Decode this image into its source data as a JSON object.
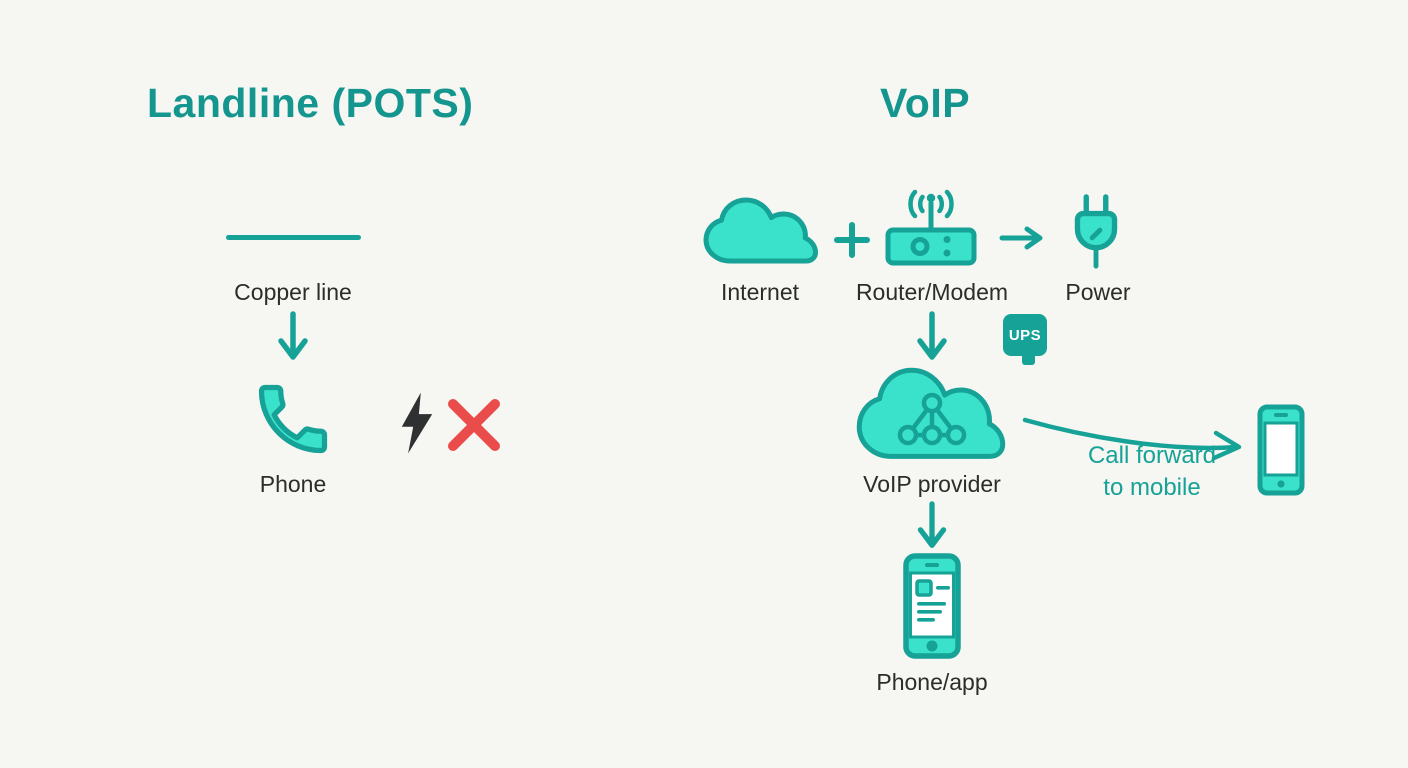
{
  "background": "#f6f6f3",
  "colors": {
    "heading": "#14968f",
    "teal-dark": "#16a296",
    "teal-fill": "#3be2cb",
    "label": "#2c2d2a",
    "red": "#e94c4a",
    "bolt": "#2e3032",
    "white": "#ffffff",
    "background": "#f6f6f3"
  },
  "landline": {
    "title": "Landline (POTS)",
    "copper_line_label": "Copper line",
    "phone_label": "Phone"
  },
  "voip": {
    "title": "VoIP",
    "internet_label": "Internet",
    "router_label": "Router/Modem",
    "power_label": "Power",
    "ups_label": "UPS",
    "provider_label": "VoIP provider",
    "call_forward_line1": "Call forward",
    "call_forward_line2": "to mobile",
    "phone_app_label": "Phone/app"
  }
}
